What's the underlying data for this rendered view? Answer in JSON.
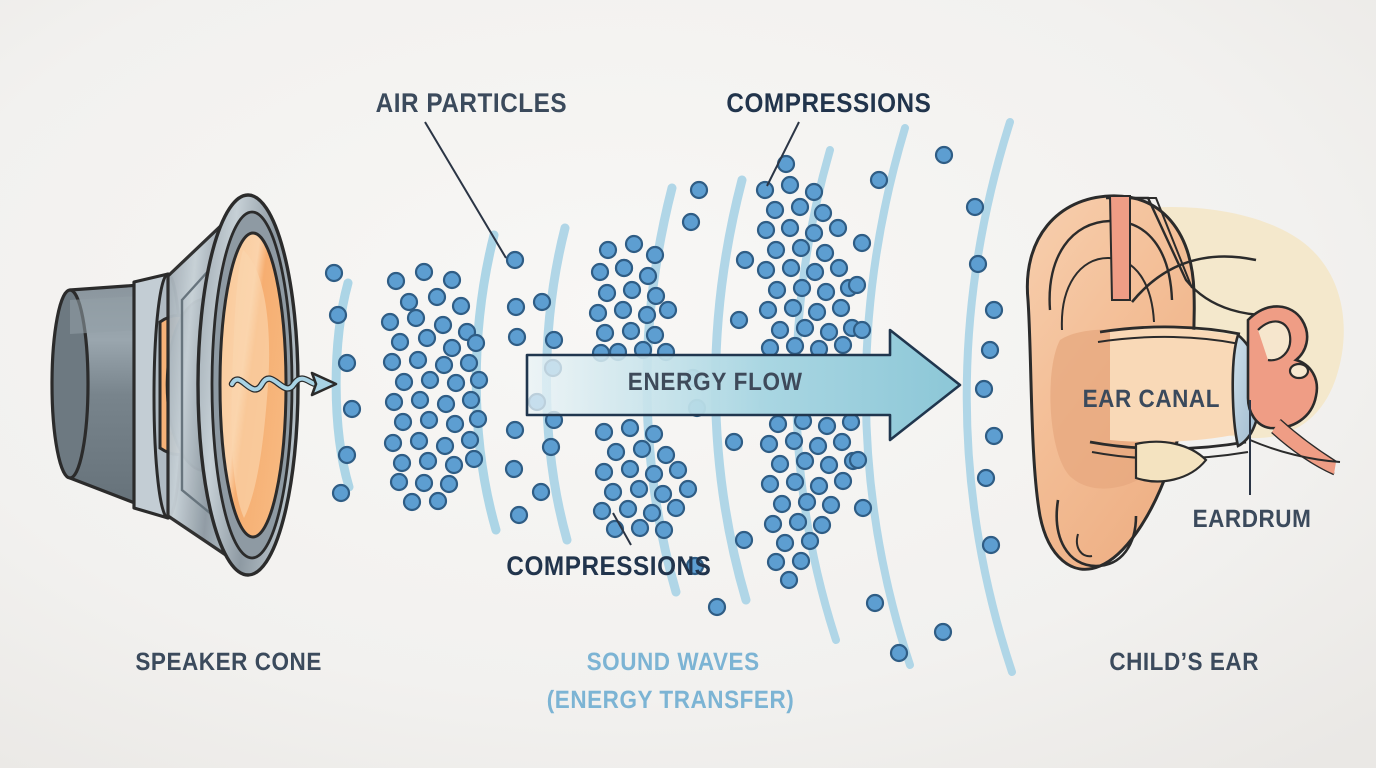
{
  "diagram": {
    "title": "Sound energy transfer from speaker cone to child's ear",
    "background_color": "#f2f1ef"
  },
  "labels": {
    "air_particles": "AIR PARTICLES",
    "compressions_top": "COMPRESSIONS",
    "compressions_bottom": "COMPRESSIONS",
    "energy_flow": "ENERGY FLOW",
    "ear_canal": "EAR CANAL",
    "eardrum": "EARDRUM",
    "speaker_cone": "SPEAKER CONE",
    "childs_ear": "CHILD’S EAR",
    "sound_waves_line1": "SOUND WAVES",
    "sound_waves_line2": "(ENERGY TRANSFER)"
  },
  "colors": {
    "background": "#f2f1ef",
    "label_dark": "#3b4a5c",
    "label_navy": "#21344c",
    "label_blue": "#7cb4d4",
    "particle_fill": "#5d9ed1",
    "particle_stroke": "#2f5d85",
    "wave_arc": "#a8d3e5",
    "arrow_fill": "#8fc9d8",
    "arrow_stroke": "#20364e",
    "speaker_cone": "#f7b27a",
    "speaker_body": "#7d8a93",
    "speaker_rim": "#b4bfc6",
    "ear_skin": "#f4c3a0",
    "ear_inner": "#e9a883",
    "eardrum_fill": "#b9cfdd",
    "cochlea_pink": "#ea9a86",
    "bone_cream": "#f4e3c0",
    "outline": "#2b2b2b"
  },
  "elements": {
    "speaker": {
      "name": "speaker cone illustration",
      "wavy_emitter": "sound emitting wavy arrow"
    },
    "ear": {
      "name": "child ear cross-section illustration",
      "parts": [
        "pinna",
        "ear canal",
        "eardrum",
        "ossicles",
        "cochlea"
      ]
    },
    "energy_arrow": {
      "name": "energy flow arrow",
      "direction": "left-to-right"
    },
    "wavefronts": {
      "count": 7,
      "description": "concentric arcs radiating from the speaker"
    },
    "particle_groups": [
      {
        "id": "sparse-1",
        "type": "rarefaction",
        "count": 6
      },
      {
        "id": "dense-1",
        "type": "compression",
        "count": 42
      },
      {
        "id": "sparse-2",
        "type": "rarefaction",
        "count": 9
      },
      {
        "id": "dense-2-top",
        "type": "compression",
        "count": 30
      },
      {
        "id": "dense-2-bottom",
        "type": "compression",
        "count": 30
      },
      {
        "id": "sparse-3",
        "type": "rarefaction",
        "count": 10
      },
      {
        "id": "sparse-4",
        "type": "rarefaction",
        "count": 9
      }
    ]
  }
}
